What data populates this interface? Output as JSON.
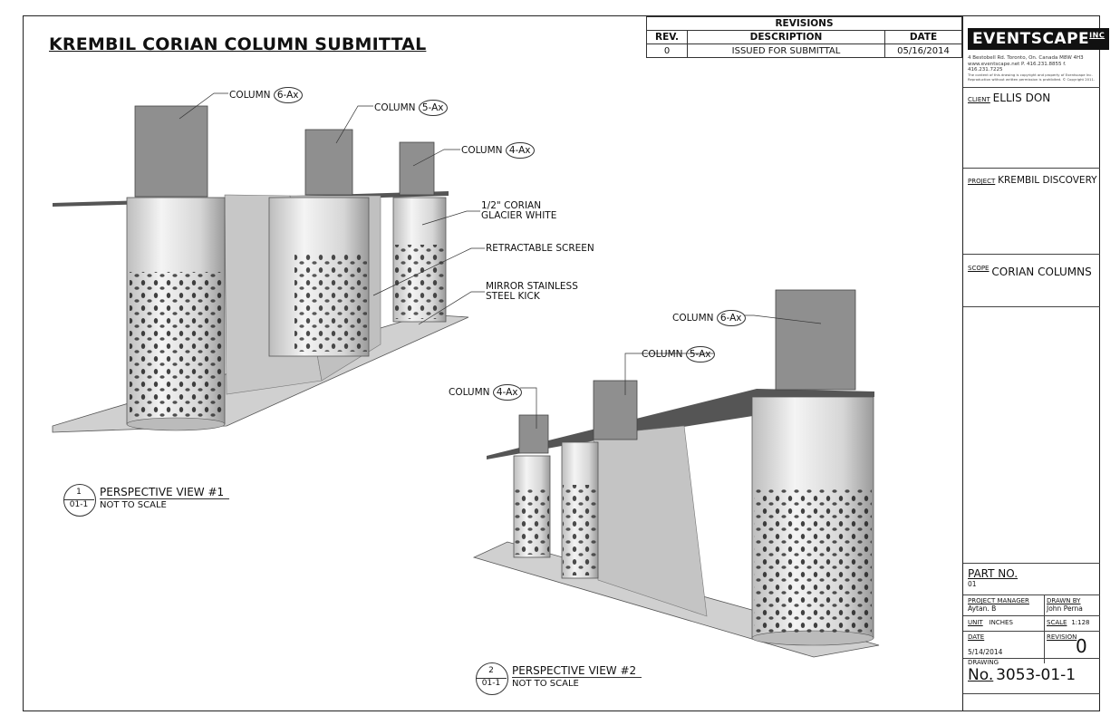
{
  "title": "KREMBIL CORIAN COLUMN SUBMITTAL",
  "revisions": {
    "heading": "REVISIONS",
    "col_rev": "REV.",
    "col_desc": "DESCRIPTION",
    "col_date": "DATE",
    "rows": [
      {
        "rev": "0",
        "desc": "ISSUED FOR SUBMITTAL",
        "date": "05/16/2014"
      }
    ]
  },
  "titleblock": {
    "logo": "EVENTSCAPE",
    "logo_sup": "INC",
    "address": "4 Bestobell Rd. Toronto, On. Canada M8W 4H3",
    "contact": "www.eventscape.net P. 416.231.8855 f. 416.231.7225",
    "fine1": "The content of this drawing is copyright and property of Eventscape Inc.",
    "fine2": "Reproduction without written permission is prohibited. © Copyright 2011.",
    "client_label": "CLIENT",
    "client": "ELLIS DON",
    "project_label": "PROJECT",
    "project": "KREMBIL DISCOVERY",
    "scope_label": "SCOPE",
    "scope": "CORIAN COLUMNS",
    "part_label": "PART NO.",
    "part": "01",
    "pm_label": "PROJECT MANAGER",
    "pm": "Aytan. B",
    "drawnby_label": "DRAWN BY",
    "drawnby": "John Perna",
    "unit_label": "UNIT",
    "unit": "INCHES",
    "scale_label": "SCALE",
    "scale": "1:128",
    "date_label": "DATE",
    "date": "5/14/2014",
    "revision_label": "REVISION",
    "revision": "0",
    "drawing_label": "DRAWING",
    "no_label": "No.",
    "drawing_no": "3053-01-1"
  },
  "view1": {
    "callouts": {
      "c6_text": "COLUMN",
      "c6_tag": "6-Ax",
      "c5_text": "COLUMN",
      "c5_tag": "5-Ax",
      "c4_text": "COLUMN",
      "c4_tag": "4-Ax",
      "corian1": "1/2\" CORIAN",
      "corian2": "GLACIER WHITE",
      "screen": "RETRACTABLE SCREEN",
      "kick1": "MIRROR STAINLESS",
      "kick2": "STEEL KICK"
    },
    "tag_num": "1",
    "tag_sheet": "01-1",
    "tag_title": "PERSPECTIVE VIEW #1",
    "tag_scale": "NOT TO SCALE"
  },
  "view2": {
    "callouts": {
      "c6_text": "COLUMN",
      "c6_tag": "6-Ax",
      "c5_text": "COLUMN",
      "c5_tag": "5-Ax",
      "c4_text": "COLUMN",
      "c4_tag": "4-Ax"
    },
    "tag_num": "2",
    "tag_sheet": "01-1",
    "tag_title": "PERSPECTIVE VIEW #2",
    "tag_scale": "NOT TO SCALE"
  }
}
